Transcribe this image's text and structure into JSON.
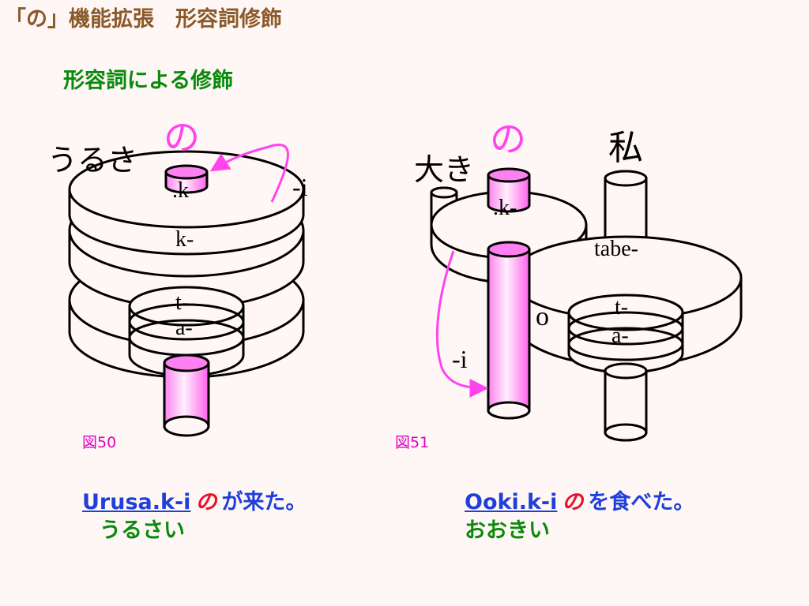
{
  "title": "「の」機能拡張　形容詞修飾",
  "subtitle": "形容詞による修飾",
  "figures": {
    "fig50": {
      "label": "図50",
      "no_marker": "の",
      "adjective": "うるさ",
      "suffix_i": "-i",
      "layers": [
        ".k-",
        "k-",
        "t-",
        "a-"
      ]
    },
    "fig51": {
      "label": "図51",
      "no_marker": "の",
      "adjective": "大き",
      "noun": "私",
      "suffix_i": "-i",
      "object_marker": "o",
      "layers_left": [
        ".k-"
      ],
      "layers_right": [
        "tabe-",
        "t-",
        "a-"
      ]
    }
  },
  "sentences": [
    {
      "source": "Urusa.k-i",
      "particle": "の",
      "rest": "が来た。",
      "reading": "うるさい"
    },
    {
      "source": "Ooki.k-i",
      "particle": "の",
      "rest": "を食べた。",
      "reading": "おおきい"
    }
  ],
  "colors": {
    "title": "#8b5a2b",
    "subtitle": "#0a8a0a",
    "magenta": "#ff44ee",
    "pink_fill": "#ff80f0",
    "sentence": "#1f3fd8",
    "particle": "#e8102a",
    "background": "#fff7f5"
  }
}
